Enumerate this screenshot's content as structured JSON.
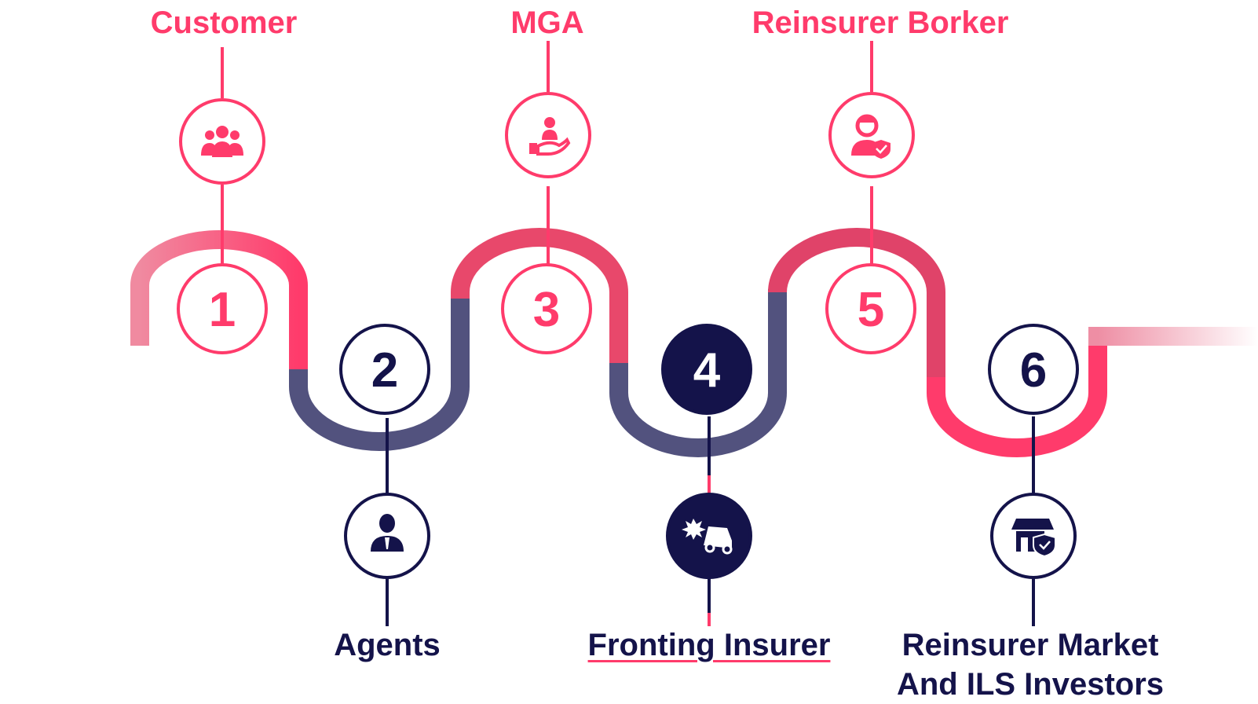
{
  "steps": [
    {
      "number": "1",
      "label": "Customer",
      "icon": "people-group-icon"
    },
    {
      "number": "2",
      "label": "Agents",
      "icon": "businessman-icon"
    },
    {
      "number": "3",
      "label": "MGA",
      "icon": "hand-holding-person-icon"
    },
    {
      "number": "4",
      "label": "Fronting Insurer",
      "icon": "car-crash-icon"
    },
    {
      "number": "5",
      "label": "Reinsurer Borker",
      "icon": "agent-shield-icon"
    },
    {
      "number": "6",
      "label_line1": "Reinsurer Market",
      "label_line2": "And ILS Investors",
      "icon": "store-shield-icon"
    }
  ],
  "colors": {
    "pink": "#ff3b6b",
    "navy": "#14134a",
    "navy_track": "#52527e",
    "pink_fade": "#f4a3b6"
  }
}
